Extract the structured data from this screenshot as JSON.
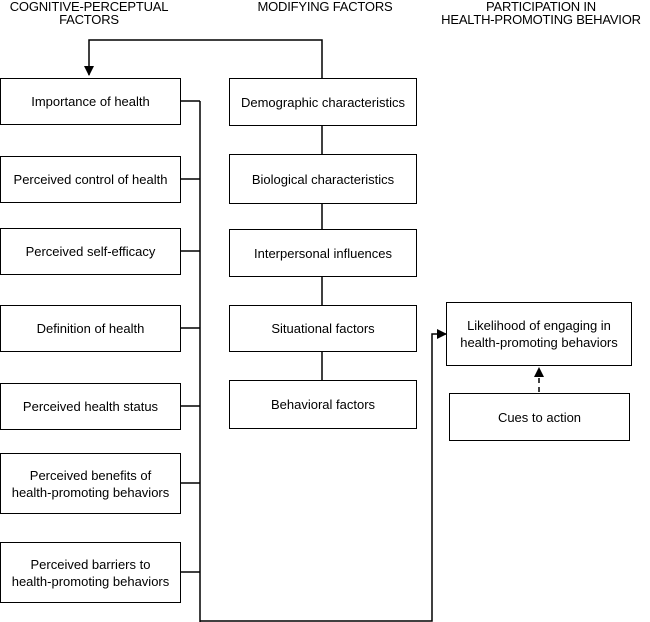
{
  "headers": {
    "cognitive": "COGNITIVE-PERCEPTUAL\nFACTORS",
    "modifying": "MODIFYING FACTORS",
    "participation": "PARTICIPATION IN\nHEALTH-PROMOTING BEHAVIOR"
  },
  "cognitive_factors": [
    "Importance of health",
    "Perceived control of health",
    "Perceived self-efficacy",
    "Definition of health",
    "Perceived health status",
    "Perceived benefits of\nhealth-promoting behaviors",
    "Perceived barriers to\nhealth-promoting behaviors"
  ],
  "modifying_factors": [
    "Demographic characteristics",
    "Biological characteristics",
    "Interpersonal influences",
    "Situational factors",
    "Behavioral factors"
  ],
  "outcome": {
    "likelihood": "Likelihood of engaging in\nhealth-promoting behaviors",
    "cues": "Cues to action"
  }
}
